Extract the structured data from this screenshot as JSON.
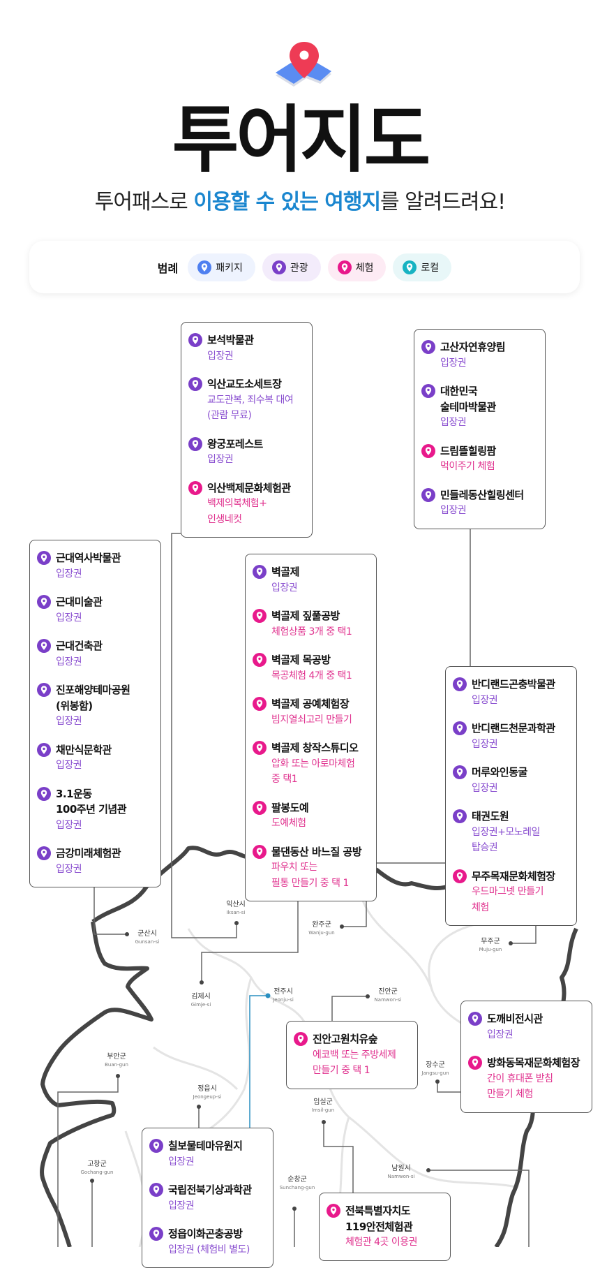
{
  "header": {
    "title": "투어지도",
    "subtitle_pre": "투어패스로 ",
    "subtitle_hl1": "이용할 수 있는 여행지",
    "subtitle_post": "를 알려드려요!"
  },
  "colors": {
    "package": "#4f80f0",
    "tour": "#7a3fc8",
    "exp": "#e8198b",
    "local": "#17b3c2",
    "highlight": "#1a86cf"
  },
  "legend": {
    "title": "범례",
    "items": [
      {
        "label": "패키지",
        "type": "package",
        "bg": "#eef3fe"
      },
      {
        "label": "관광",
        "type": "tour",
        "bg": "#f3ecfb"
      },
      {
        "label": "체험",
        "type": "exp",
        "bg": "#fdebf4"
      },
      {
        "label": "로컬",
        "type": "local",
        "bg": "#e8f7f8"
      }
    ]
  },
  "regions": [
    {
      "ko": "익산시",
      "en": "Iksan-si"
    },
    {
      "ko": "완주군",
      "en": "Wanju-gun"
    },
    {
      "ko": "군산시",
      "en": "Gunsan-si"
    },
    {
      "ko": "무주군",
      "en": "Muju-gun"
    },
    {
      "ko": "김제시",
      "en": "Gimje-si"
    },
    {
      "ko": "전주시",
      "en": "Jeonju-si"
    },
    {
      "ko": "진안군",
      "en": "Namwon-si"
    },
    {
      "ko": "부안군",
      "en": "Buan-gun"
    },
    {
      "ko": "정읍시",
      "en": "Jeongeup-si"
    },
    {
      "ko": "장수군",
      "en": "Jangsu-gun"
    },
    {
      "ko": "임실군",
      "en": "Imsil-gun"
    },
    {
      "ko": "고창군",
      "en": "Gochang-gun"
    },
    {
      "ko": "순창군",
      "en": "Sunchang-gun"
    },
    {
      "ko": "남원시",
      "en": "Namwon-si"
    }
  ],
  "boxes": [
    {
      "id": "iksan",
      "items": [
        {
          "name": "보석박물관",
          "sub": "입장권",
          "type": "tour"
        },
        {
          "name": "익산교도소세트장",
          "sub": "교도관복, 죄수복 대여\n(관람 무료)",
          "type": "tour"
        },
        {
          "name": "왕궁포레스트",
          "sub": "입장권",
          "type": "tour"
        },
        {
          "name": "익산백제문화체험관",
          "sub": "백제의복체험+\n인생네컷",
          "type": "exp"
        }
      ]
    },
    {
      "id": "wanju",
      "items": [
        {
          "name": "고산자연휴양림",
          "sub": "입장권",
          "type": "tour"
        },
        {
          "name": "대한민국\n술테마박물관",
          "sub": "입장권",
          "type": "tour"
        },
        {
          "name": "드림뜰힐링팜",
          "sub": "먹이주기 체험",
          "type": "exp"
        },
        {
          "name": "민들레동산힐링센터",
          "sub": "입장권",
          "type": "tour"
        }
      ]
    },
    {
      "id": "gunsan",
      "items": [
        {
          "name": "근대역사박물관",
          "sub": "입장권",
          "type": "tour"
        },
        {
          "name": "근대미술관",
          "sub": "입장권",
          "type": "tour"
        },
        {
          "name": "근대건축관",
          "sub": "입장권",
          "type": "tour"
        },
        {
          "name": "진포해양테마공원\n(위봉함)",
          "sub": "입장권",
          "type": "tour"
        },
        {
          "name": "채만식문학관",
          "sub": "입장권",
          "type": "tour"
        },
        {
          "name": "3.1운동\n100주년 기념관",
          "sub": "입장권",
          "type": "tour"
        },
        {
          "name": "금강미래체험관",
          "sub": "입장권",
          "type": "tour"
        }
      ]
    },
    {
      "id": "gimje",
      "items": [
        {
          "name": "벽골제",
          "sub": "입장권",
          "type": "tour"
        },
        {
          "name": "벽골제 짚풀공방",
          "sub": "체험상품 3개 중 택1",
          "type": "exp"
        },
        {
          "name": "벽골제 목공방",
          "sub": "목공체험 4개 중 택1",
          "type": "exp"
        },
        {
          "name": "벽골제 공예체험장",
          "sub": "빔지열쇠고리 만들기",
          "type": "exp"
        },
        {
          "name": "벽골제 창작스튜디오",
          "sub": "압화 또는 아로마체험\n중 택1",
          "type": "exp"
        },
        {
          "name": "팔봉도예",
          "sub": "도예체험",
          "type": "exp"
        },
        {
          "name": "물댄동산 바느질 공방",
          "sub": "파우치 또는\n필통 만들기 중 택 1",
          "type": "exp"
        }
      ]
    },
    {
      "id": "muju",
      "items": [
        {
          "name": "반디랜드곤충박물관",
          "sub": "입장권",
          "type": "tour"
        },
        {
          "name": "반디랜드천문과학관",
          "sub": "입장권",
          "type": "tour"
        },
        {
          "name": "머루와인동굴",
          "sub": "입장권",
          "type": "tour"
        },
        {
          "name": "태권도원",
          "sub": "입장권+모노레일\n탑승권",
          "type": "tour"
        },
        {
          "name": "무주목재문화체험장",
          "sub": "우드마그넷 만들기\n체험",
          "type": "exp"
        }
      ]
    },
    {
      "id": "jinan",
      "items": [
        {
          "name": "진안고원치유숲",
          "sub": "에코백 또는 주방세제\n만들기 중 택 1",
          "type": "exp"
        }
      ]
    },
    {
      "id": "jangsu",
      "items": [
        {
          "name": "도깨비전시관",
          "sub": "입장권",
          "type": "tour"
        },
        {
          "name": "방화동목재문화체험장",
          "sub": "간이 휴대폰 받침\n만들기 체험",
          "type": "exp"
        }
      ]
    },
    {
      "id": "jeongeup",
      "items": [
        {
          "name": "칠보물테마유원지",
          "sub": "입장권",
          "type": "tour"
        },
        {
          "name": "국립전북기상과학관",
          "sub": "입장권",
          "type": "tour"
        },
        {
          "name": "정읍이화곤충공방",
          "sub": "입장권 (체험비 별도)",
          "type": "tour"
        }
      ]
    },
    {
      "id": "imsil",
      "items": [
        {
          "name": "전북특별자치도\n119안전체험관",
          "sub": "체험관 4곳 이용권",
          "type": "exp"
        }
      ]
    }
  ]
}
